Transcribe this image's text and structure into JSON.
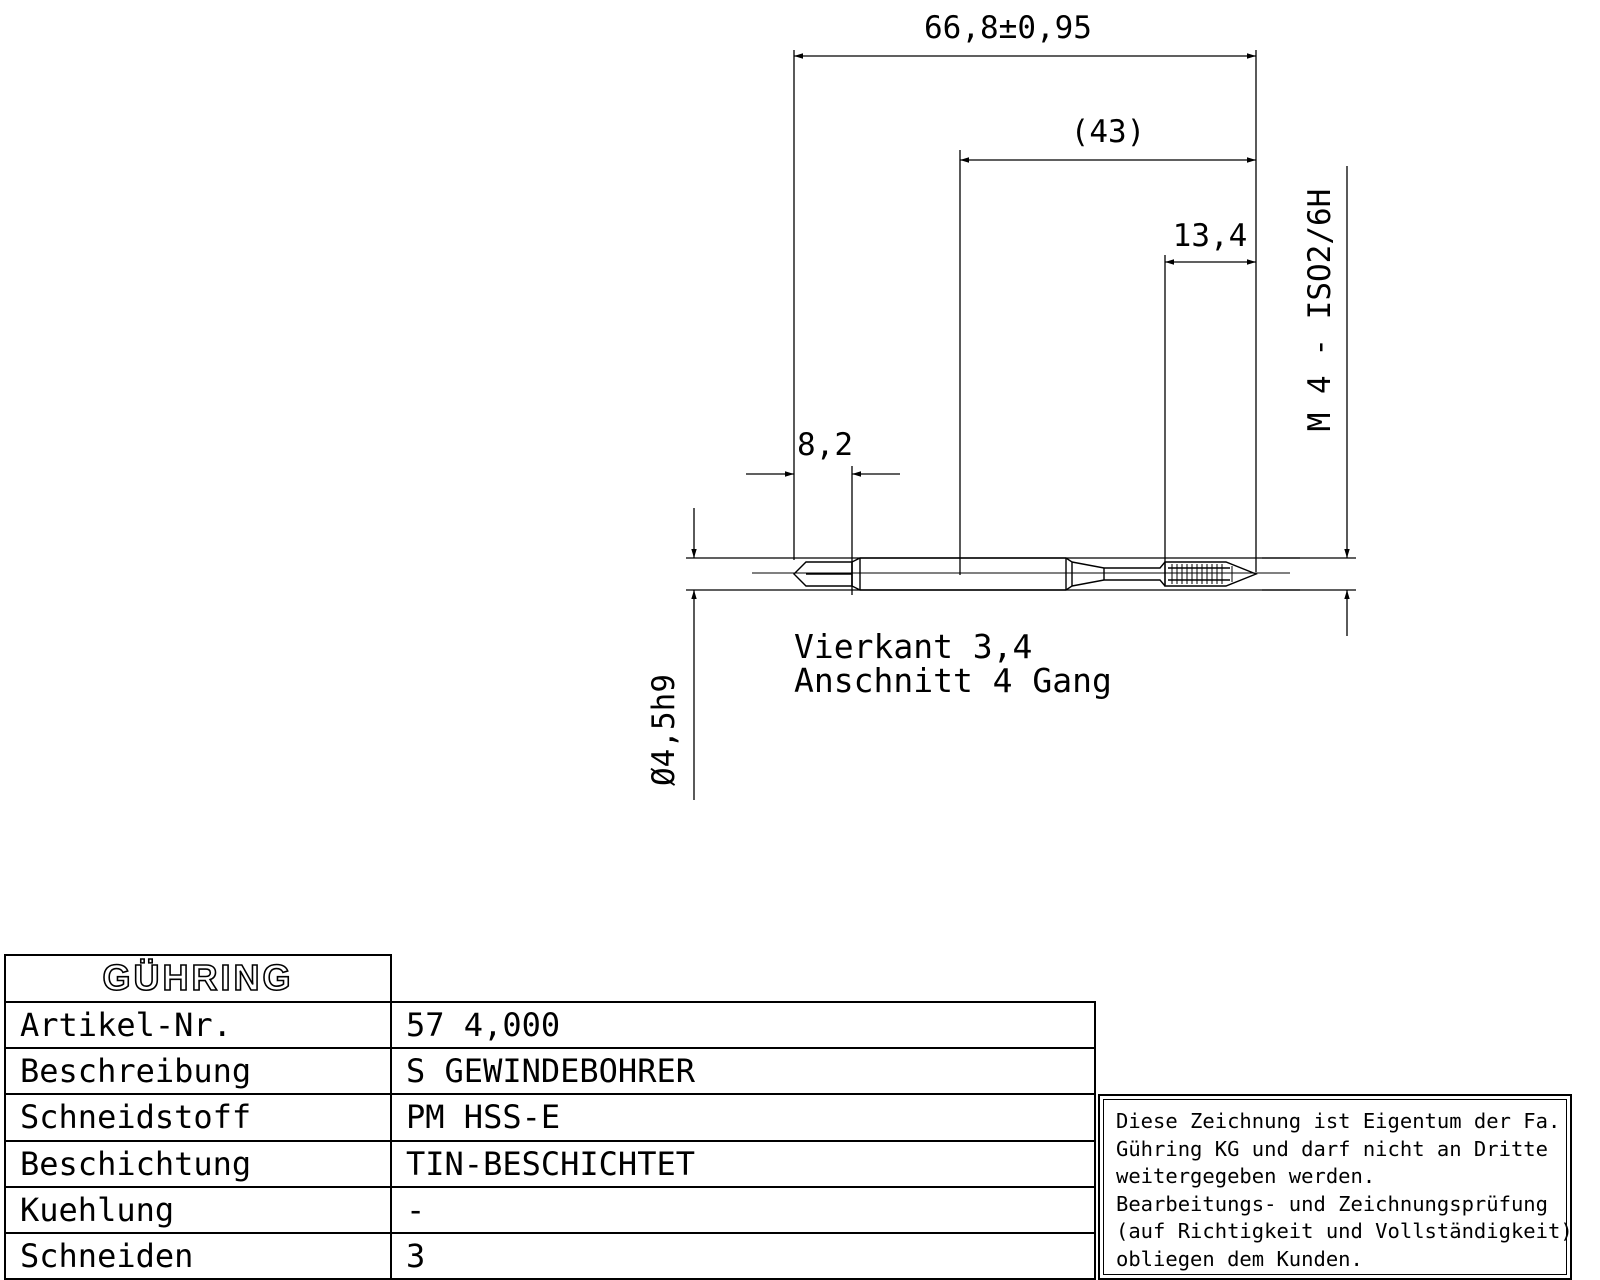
{
  "dimensions": {
    "overall_length": "66,8±0,95",
    "shank_to_tip": "(43)",
    "thread_length": "13,4",
    "square_length": "8,2",
    "thread_spec": "M 4 - ISO2/6H",
    "shank_diameter": "Ø4,5h9"
  },
  "notes": {
    "square": "Vierkant 3,4",
    "chamfer": "Anschnitt 4 Gang"
  },
  "title_block": {
    "logo": "GÜHRING",
    "rows": [
      {
        "label": "Artikel-Nr.",
        "value": "57 4,000"
      },
      {
        "label": "Beschreibung",
        "value": "S GEWINDEBOHRER"
      },
      {
        "label": "Schneidstoff",
        "value": "PM HSS-E"
      },
      {
        "label": "Beschichtung",
        "value": "TIN-BESCHICHTET"
      },
      {
        "label": "Kuehlung",
        "value": "-"
      },
      {
        "label": "Schneiden",
        "value": "3"
      }
    ]
  },
  "notice_lines": [
    "Diese Zeichnung ist Eigentum der Fa.",
    "Gühring KG und darf nicht an Dritte",
    "weitergegeben werden.",
    "Bearbeitungs- und Zeichnungsprüfung",
    "(auf Richtigkeit und Vollständigkeit)",
    "obliegen dem Kunden."
  ]
}
